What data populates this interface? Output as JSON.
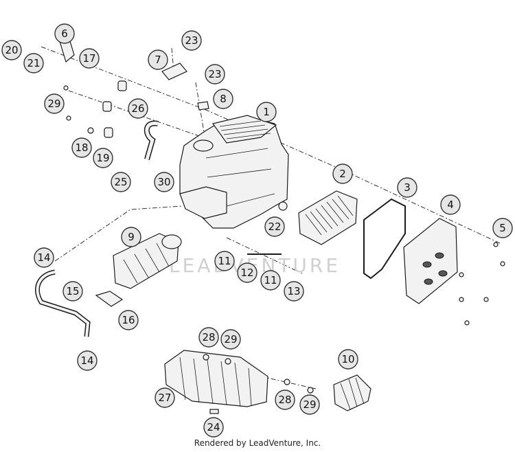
{
  "diagram": {
    "callouts": [
      {
        "id": "c1",
        "label": "1"
      },
      {
        "id": "c2",
        "label": "2"
      },
      {
        "id": "c3",
        "label": "3"
      },
      {
        "id": "c4",
        "label": "4"
      },
      {
        "id": "c5",
        "label": "5"
      },
      {
        "id": "c6",
        "label": "6"
      },
      {
        "id": "c7",
        "label": "7"
      },
      {
        "id": "c8",
        "label": "8"
      },
      {
        "id": "c9",
        "label": "9"
      },
      {
        "id": "c10",
        "label": "10"
      },
      {
        "id": "c11a",
        "label": "11"
      },
      {
        "id": "c11b",
        "label": "11"
      },
      {
        "id": "c12",
        "label": "12"
      },
      {
        "id": "c13",
        "label": "13"
      },
      {
        "id": "c14a",
        "label": "14"
      },
      {
        "id": "c14b",
        "label": "14"
      },
      {
        "id": "c15",
        "label": "15"
      },
      {
        "id": "c16",
        "label": "16"
      },
      {
        "id": "c17",
        "label": "17"
      },
      {
        "id": "c18",
        "label": "18"
      },
      {
        "id": "c19",
        "label": "19"
      },
      {
        "id": "c20",
        "label": "20"
      },
      {
        "id": "c21",
        "label": "21"
      },
      {
        "id": "c22",
        "label": "22"
      },
      {
        "id": "c23a",
        "label": "23"
      },
      {
        "id": "c23b",
        "label": "23"
      },
      {
        "id": "c24",
        "label": "24"
      },
      {
        "id": "c25",
        "label": "25"
      },
      {
        "id": "c26",
        "label": "26"
      },
      {
        "id": "c27",
        "label": "27"
      },
      {
        "id": "c28a",
        "label": "28"
      },
      {
        "id": "c28b",
        "label": "28"
      },
      {
        "id": "c29a",
        "label": "29"
      },
      {
        "id": "c29b",
        "label": "29"
      },
      {
        "id": "c29c",
        "label": "29"
      },
      {
        "id": "c30",
        "label": "30"
      }
    ],
    "watermark": "LEADVENTURE",
    "credit": "Rendered by LeadVenture, Inc."
  }
}
